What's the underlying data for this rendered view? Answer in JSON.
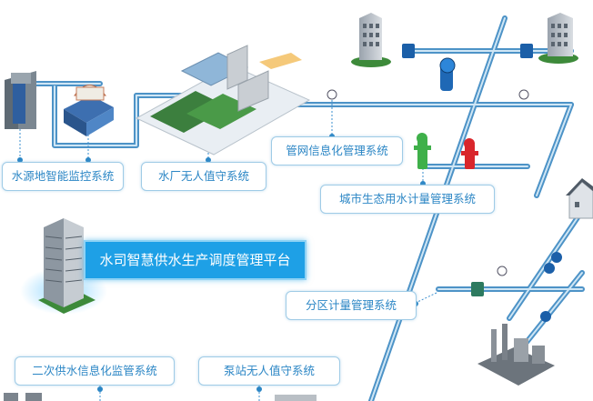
{
  "labels": {
    "water_source": "水源地智能监控系统",
    "water_plant": "水厂无人值守系统",
    "pipe_network": "管网信息化管理系统",
    "eco_water": "城市生态用水计量管理系统",
    "district_metering": "分区计量管理系统",
    "secondary_supply": "二次供水信息化监管系统",
    "pump_station": "泵站无人值守系统"
  },
  "platform_title": "水司智慧供水生产调度管理平台",
  "colors": {
    "pipe": "#4d93c7",
    "pipe_light": "#cfe6f5",
    "label_text": "#2b86c5",
    "label_border": "#9fcbe6",
    "platform_bg": "#1ea0e6",
    "hydrant_green": "#3fb04a",
    "hydrant_red": "#d9262c",
    "valve_blue": "#1b5fa8"
  }
}
